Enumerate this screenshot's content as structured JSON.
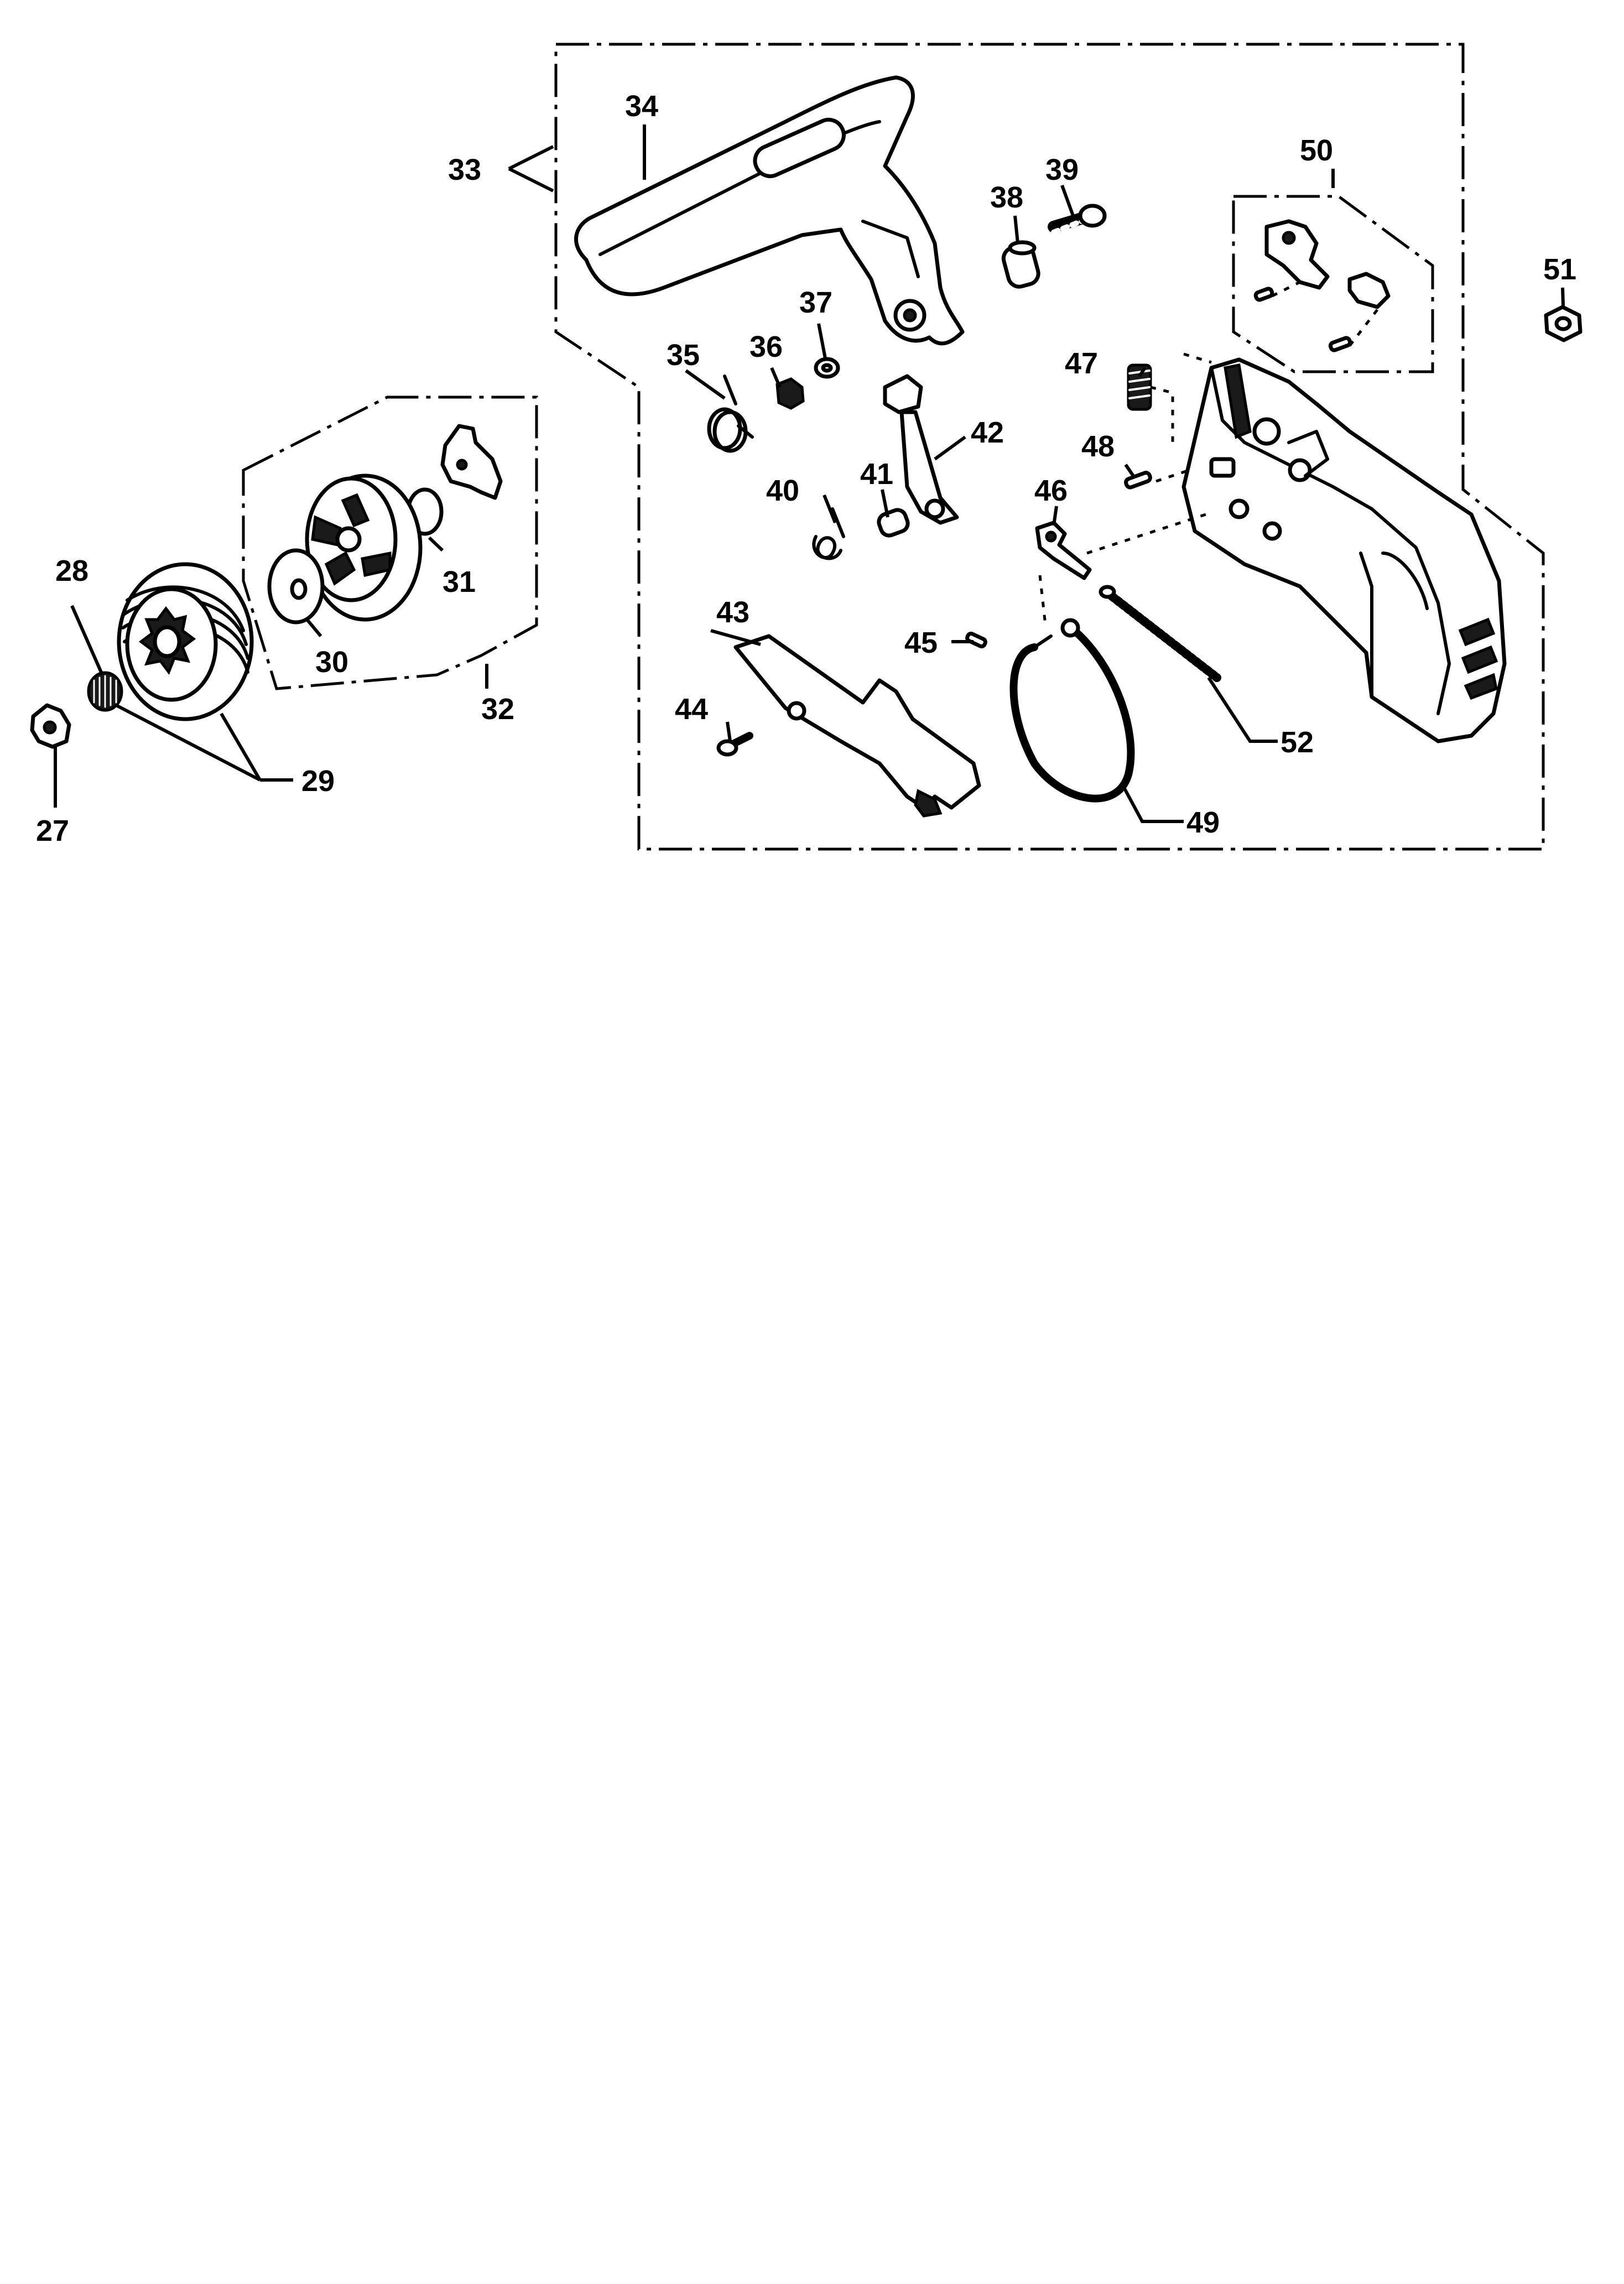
{
  "diagram": {
    "part_numbers": {
      "p27": "27",
      "p28": "28",
      "p29": "29",
      "p30": "30",
      "p31": "31",
      "p32": "32",
      "p33": "33",
      "p34": "34",
      "p35": "35",
      "p36": "36",
      "p37": "37",
      "p38": "38",
      "p39": "39",
      "p40": "40",
      "p41": "41",
      "p42": "42",
      "p43": "43",
      "p44": "44",
      "p45": "45",
      "p46": "46",
      "p47": "47",
      "p48": "48",
      "p49": "49",
      "p50": "50",
      "p51": "51",
      "p52": "52"
    }
  }
}
